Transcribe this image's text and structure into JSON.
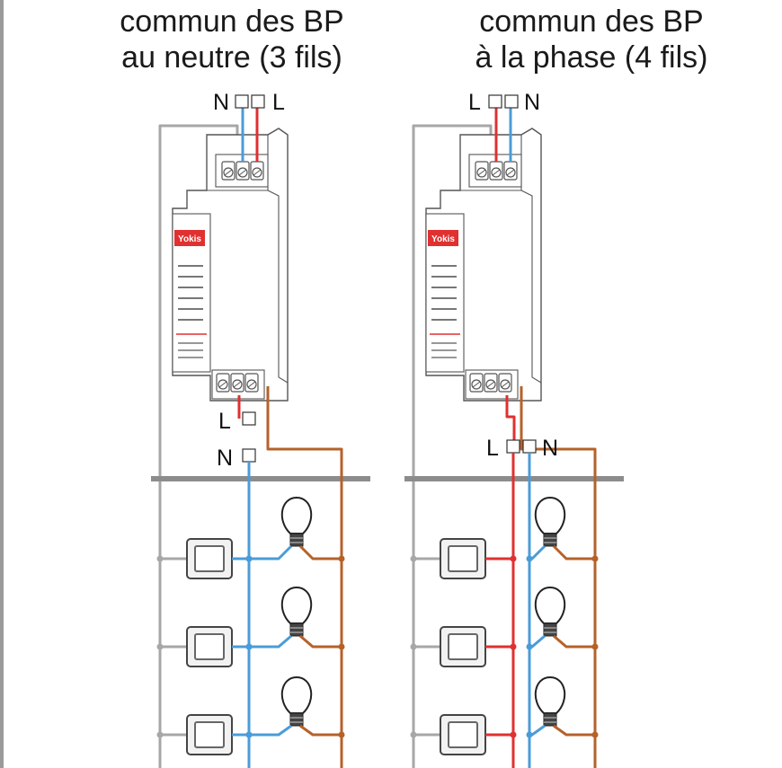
{
  "colors": {
    "gray_wire": "#a7a7a7",
    "blue_wire": "#4a9cd8",
    "red_wire": "#e03030",
    "brown_wire": "#b5622a",
    "bus_rail": "#8c8c8c",
    "module_outline": "#555555",
    "label_red": "#e03030"
  },
  "diagrams": [
    {
      "title_line1": "commun des BP",
      "title_line2": "au neutre (3 fils)",
      "top_terminal_left": "N",
      "top_terminal_right": "L",
      "mid_terminal_upper": "L",
      "mid_terminal_lower": "N",
      "module_brand": "Yokis",
      "common_wire_color": "blue"
    },
    {
      "title_line1": "commun des BP",
      "title_line2": "à la phase (4 fils)",
      "top_terminal_left": "L",
      "top_terminal_right": "N",
      "mid_terminal_left": "L",
      "mid_terminal_right": "N",
      "module_brand": "Yokis",
      "common_wire_color": "red"
    }
  ]
}
